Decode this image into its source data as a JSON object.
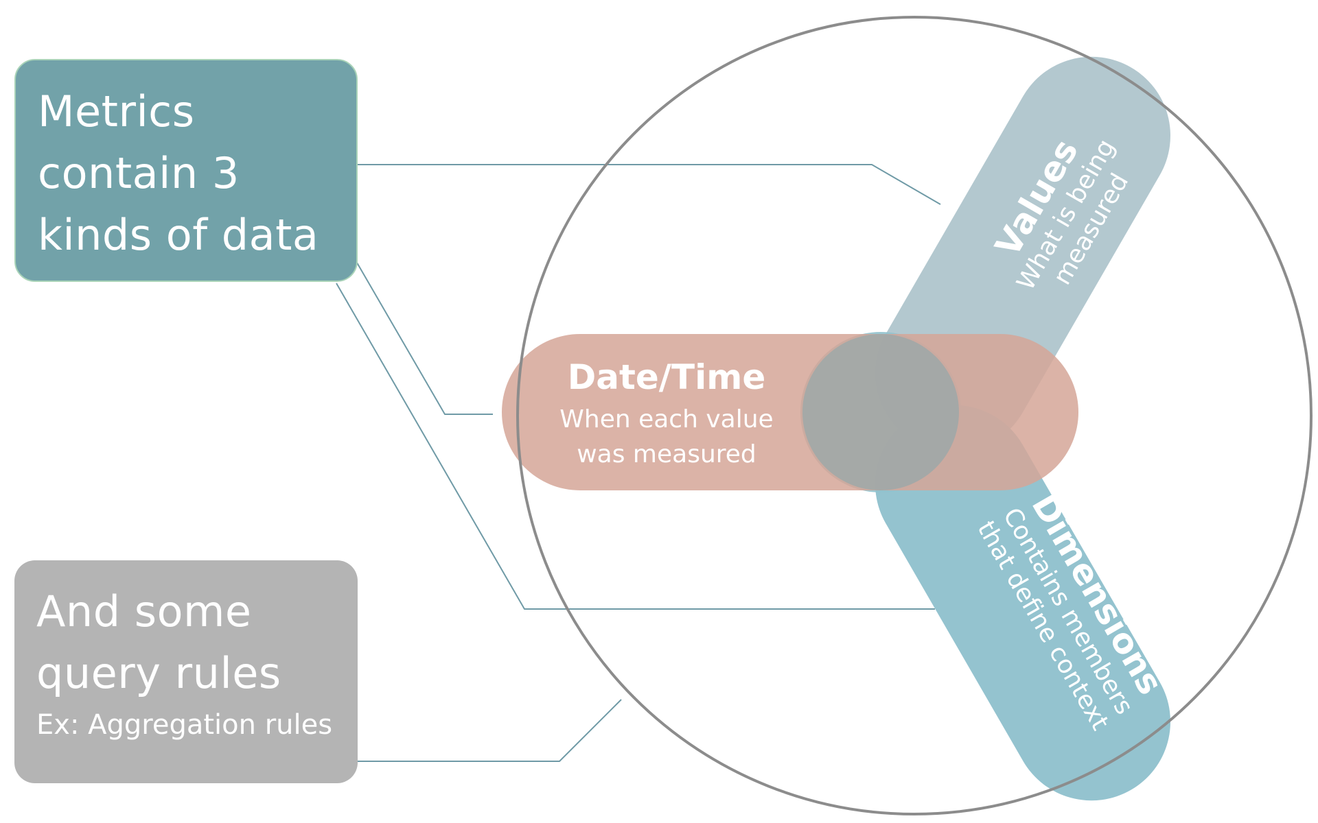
{
  "boxes": {
    "metrics": {
      "lines": [
        "Metrics",
        "contain 3",
        "kinds of data"
      ],
      "color": "#72a2a9"
    },
    "rules": {
      "lines": [
        "And some",
        "query rules"
      ],
      "subtitle": "Ex: Aggregation rules",
      "color": "#b4b4b4"
    }
  },
  "bands": {
    "values": {
      "title": "Values",
      "lines": [
        "What is being",
        "measured"
      ],
      "color": "#b3c8cf"
    },
    "datetime": {
      "title": "Date/Time",
      "lines": [
        "When each value",
        "was measured"
      ],
      "color": "#dbaea2"
    },
    "dimensions": {
      "title": "Dimensions",
      "lines": [
        "Contains members",
        "that define context"
      ],
      "color": "#94c3cf"
    }
  },
  "colors": {
    "connector": "#6f9aa6",
    "circle_outline": "#8c8c8c",
    "center_circle": "#91c2cd",
    "overlap": "#76a7b0"
  }
}
